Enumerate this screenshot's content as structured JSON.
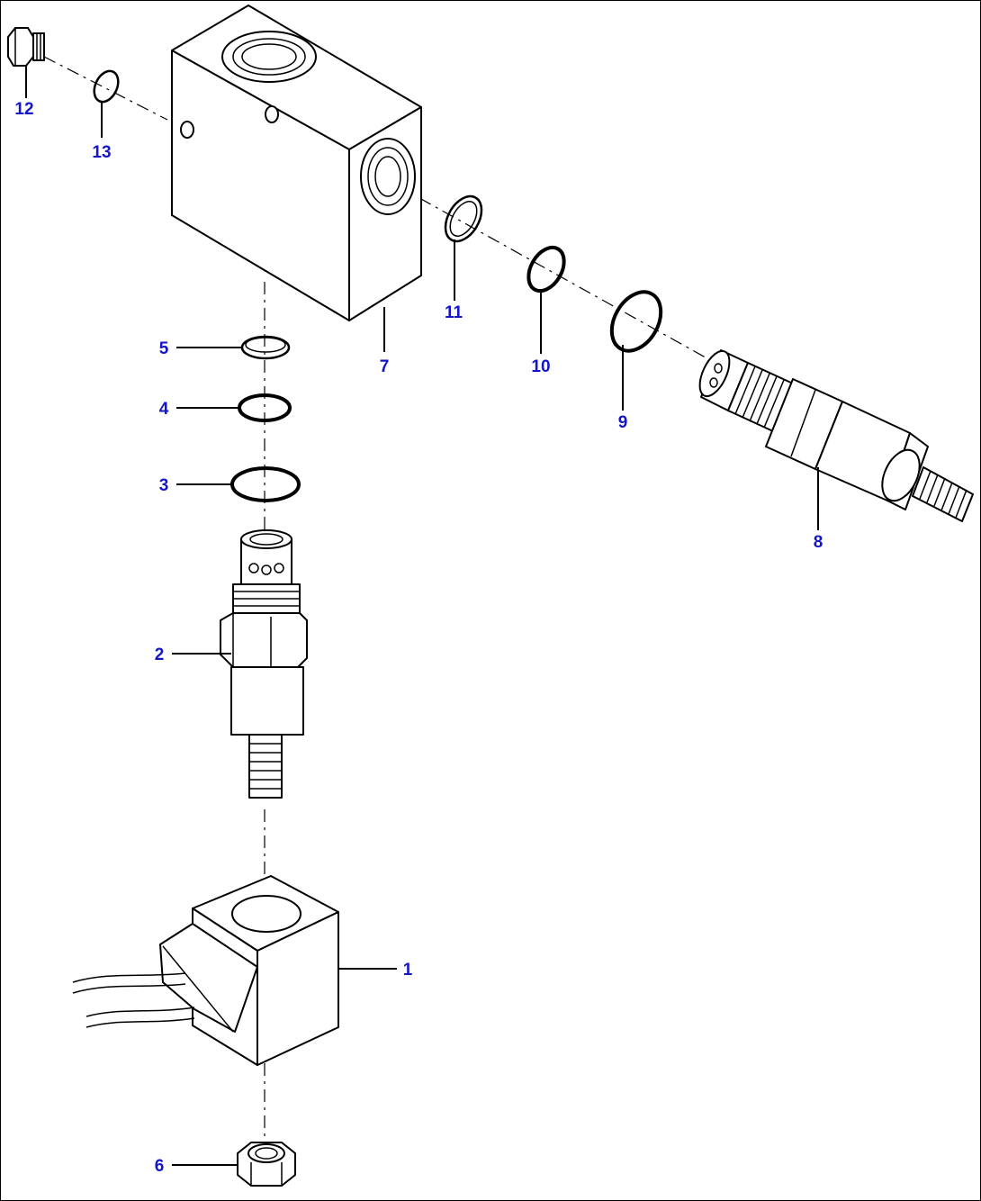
{
  "callouts": {
    "c1": "1",
    "c2": "2",
    "c3": "3",
    "c4": "4",
    "c5": "5",
    "c6": "6",
    "c7": "7",
    "c8": "8",
    "c9": "9",
    "c10": "10",
    "c11": "11",
    "c12": "12",
    "c13": "13"
  },
  "colors": {
    "callout_text": "#1515c8",
    "line_art": "#000000",
    "background": "#ffffff"
  }
}
